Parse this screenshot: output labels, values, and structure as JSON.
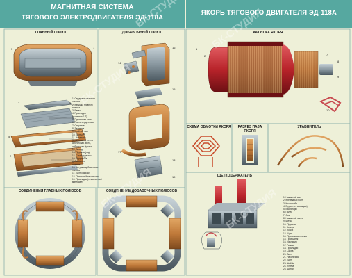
{
  "header": {
    "left_line1": "МАГНИТНАЯ СИСТЕМА",
    "left_line2": "ТЯГОВОГО ЭЛЕКТРОДВИГАТЕЛЯ ЭД-118А",
    "right_title": "ЯКОРЬ ТЯГОВОГО ДВИГАТЕЛЯ ЭД-118А"
  },
  "panels": {
    "main_pole": "ГЛАВНЫЙ ПОЛЮС",
    "aux_pole": "ДОБАВОЧНЫЙ ПОЛЮС",
    "armature_coil": "КАТУШКА ЯКОРЯ",
    "winding_scheme": "СХЕМА ОБМОТКИ ЯКОРЯ",
    "slot_section": "РАЗРЕЗ ПАЗА ЯКОРЯ",
    "equalizer": "УРАВНИТЕЛЬ",
    "brush_holder": "ЩЕТКОДЕРЖАТЕЛЬ",
    "main_poles_connection": "СОЕДИНЕНИЯ ГЛАВНЫХ ПОЛЮСОВ",
    "aux_poles_connection": "СОЕДИНЕНИЕ ДОБАВОЧНЫХ ПОЛЮСОВ"
  },
  "pole_legend": [
    "1. Сердечник главного",
    "    полюса",
    "2. Катушка главного",
    "    полюса",
    "3. Рамка",
    "4. Прокладка",
    "    (тканевая Б-Т)",
    "5. Пружинная шина",
    "6. Листы сердечника",
    "7. Стержень",
    "8. Заклепка",
    "9. Крайний лист",
    "10. Болты",
    "11. Изоляция",
    "    (стеклолента, лента",
    "    асбестовая листа,",
    "    асбестовая бумага)",
    "12. Выход",
    "13. Пружина(ряд)",
    "14. Стеклопластик",
    "15. Сердечник",
    "    добавочного",
    "    полюса",
    "16. Катушка добавочного",
    "    полюса",
    "17. Болт (каркас)",
    "18. Полюсный наконечник",
    "19. Прокладки (немагнитный",
    "    материал)"
  ],
  "brush_legend": [
    "1. Нажимной винт",
    "2. Крепежный болт",
    "3. Кронштейн",
    "4. Бруски (от изоляции)",
    "5. Изоляторы",
    "6. Палец",
    "7. Ось",
    "8. Нажимной палец",
    "9. Щетка",
    "10. Пружина",
    "11. Корпус",
    "12. Кожух",
    "13. Шунт",
    "14. Прижимная планка",
    "15. Проводник",
    "16. Изоляция",
    "17. Гильза",
    "18. Прокладки",
    "19. Скоба",
    "20. Винт",
    "21. Наконечник",
    "22. Болт",
    "23. Шайба",
    "24. Втулка",
    "25. Щетки"
  ],
  "watermark": "БК-СТУДИЯ",
  "colors": {
    "header": "#56a8a0",
    "background": "#eef0d8",
    "copper": "#c07a3a",
    "steel": "#8a98a0",
    "red_winding": "#b8232a",
    "grid": "#8ab0ab"
  }
}
